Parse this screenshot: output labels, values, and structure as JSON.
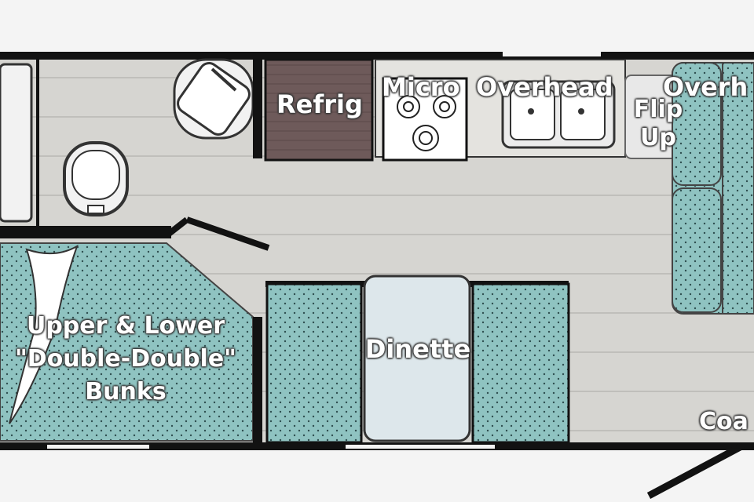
{
  "labels": {
    "refrig": "Refrig",
    "micro": "Micro",
    "overhead_1": "Overhead",
    "flip_up": "Flip\nUp",
    "overhead_2": "Overh",
    "bunks_line1": "Upper & Lower",
    "bunks_line2": "\"Double-Double\"",
    "bunks_line3": "Bunks",
    "dinette": "Dinette",
    "coach": "Coa"
  },
  "colors": {
    "floor": "#d6d5d1",
    "wall": "#121212",
    "cushion": "#8fc3c1",
    "refrigerator": "#6e5a5a",
    "background": "#f4f4f4"
  }
}
